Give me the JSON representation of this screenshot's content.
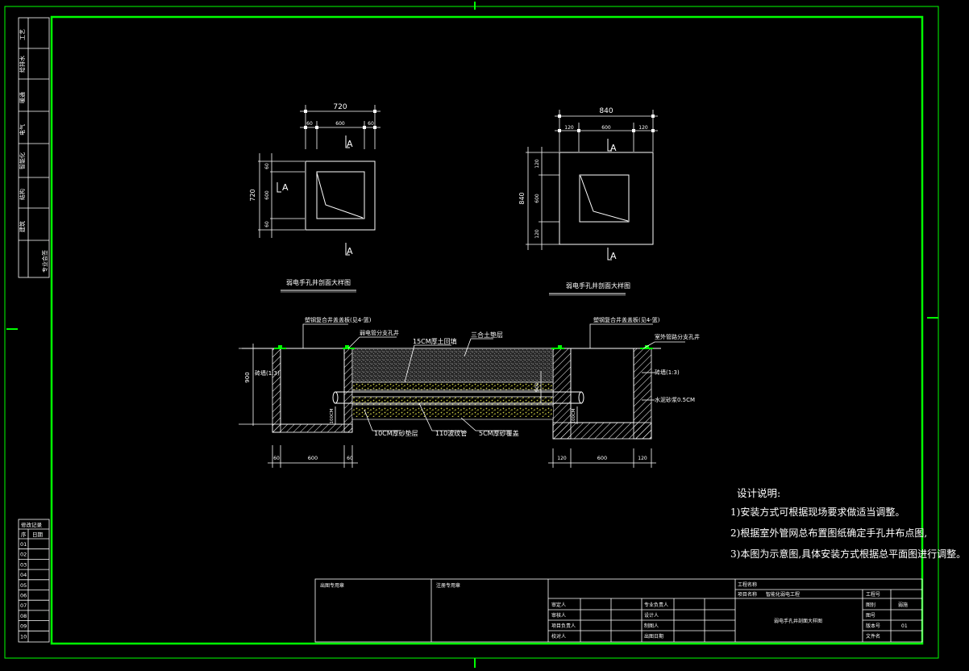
{
  "plan_left": {
    "title": "弱电手孔井剖面大样图",
    "dims_top": {
      "total": "720",
      "left": "60",
      "mid": "600",
      "right": "60"
    },
    "dims_side": {
      "total": "720",
      "top": "60",
      "mid": "600",
      "bottom": "60"
    },
    "section_mark": "A"
  },
  "plan_right": {
    "title": "弱电手孔井剖面大样图",
    "dims_top": {
      "total": "840",
      "left": "120",
      "mid": "600",
      "right": "120"
    },
    "dims_side": {
      "total": "840",
      "top": "120",
      "mid": "600",
      "bottom": "120"
    },
    "section_mark": "A"
  },
  "section": {
    "label_cover_left": "塑钢复合井盖盖板(见4-篮)",
    "label_cover_right": "塑钢复合井盖盖板(见4-篮)",
    "label_well_left": "弱电管分支孔井",
    "label_well_right": "室外管路分支孔井",
    "label_fill": "15CM厚土回填",
    "label_lime": "三合土垫层",
    "label_wall_left": "砖墙(1:3)",
    "label_wall_right": "砖墙(1:3)",
    "label_waterproof": "水泥砂浆0.5CM",
    "label_sand_bottom": "10CM厚砂垫层",
    "label_pipe": "110波纹管",
    "label_sand_top": "5CM厚砂覆盖",
    "dim_height": "900",
    "dim_inner": "900",
    "dim_pipe_left": "100CM",
    "dim_pipe_right": "100CM",
    "dims_bottom_left": [
      "60",
      "600",
      "60"
    ],
    "dims_bottom_right": [
      "120",
      "600",
      "120"
    ]
  },
  "notes": {
    "heading": "设计说明:",
    "items": [
      "1)安装方式可根据现场要求做适当调整。",
      "2)根据室外管网总布置图纸确定手孔井布点图,",
      "3)本图为示意图,具体安装方式根据总平面图进行调整。"
    ]
  },
  "revision_table": {
    "header": "修改记录",
    "col1": "序",
    "col2": "日期",
    "rows": [
      "01",
      "02",
      "03",
      "04",
      "05",
      "06",
      "07",
      "08",
      "09",
      "10"
    ]
  },
  "left_strip": [
    "工艺",
    "给排水",
    "暖通",
    "电气",
    "智能化",
    "结构",
    "建筑",
    "专业会签"
  ],
  "title_block": {
    "stamp1": "出图专用章",
    "stamp2": "注册专用章",
    "project_label": "工程名称",
    "item_label": "项目名称",
    "item_value": "智能化弱电工程",
    "drawing_title": "弱电手孔井剖面大样图",
    "fields_left": [
      "审定人",
      "审核人",
      "项目负责人",
      "校对人"
    ],
    "fields_mid": [
      "专业负责人",
      "设计人",
      "制图人",
      "出图日期"
    ],
    "right_labels": [
      "工程号",
      "图别",
      "图号",
      "版本号",
      "文件名"
    ],
    "right_values": [
      "",
      "弱施",
      "",
      "01",
      ""
    ]
  },
  "colors": {
    "frame": "#00ff00",
    "line": "#ffffff",
    "text": "#ffffff",
    "hatch": "#ffffff"
  }
}
